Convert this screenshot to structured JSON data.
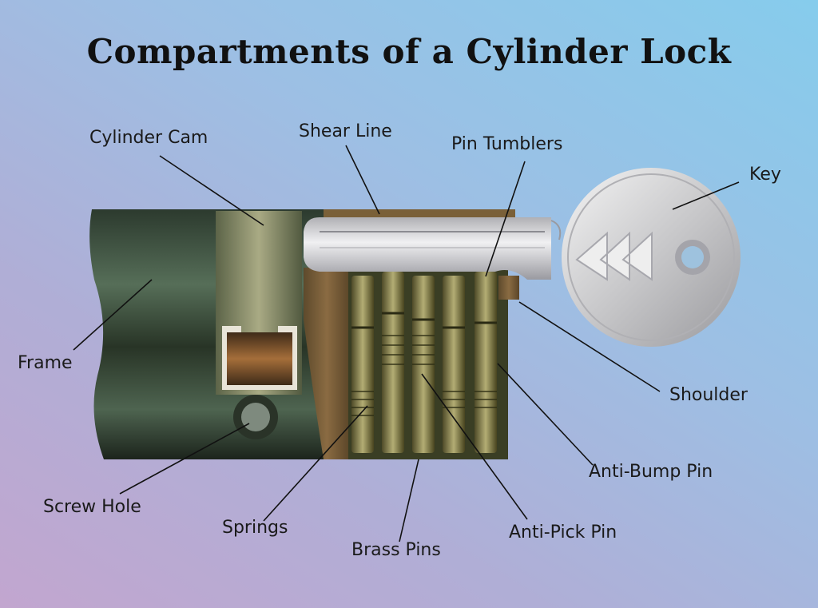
{
  "title": "Compartments of a Cylinder Lock",
  "labels": {
    "cylinder_cam": "Cylinder Cam",
    "shear_line": "Shear Line",
    "pin_tumblers": "Pin Tumblers",
    "key": "Key",
    "frame": "Frame",
    "shoulder": "Shoulder",
    "anti_bump_pin": "Anti-Bump Pin",
    "screw_hole": "Screw Hole",
    "springs": "Springs",
    "brass_pins": "Brass Pins",
    "anti_pick_pin": "Anti-Pick Pin"
  }
}
